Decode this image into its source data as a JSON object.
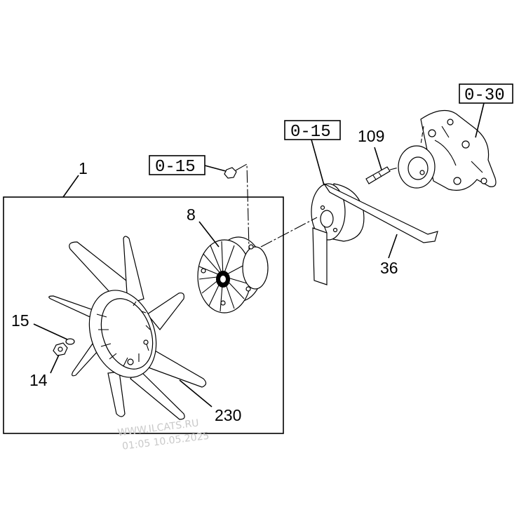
{
  "callouts": {
    "assembly": "1",
    "clutch": "8",
    "washer": "15",
    "nut": "14",
    "fan": "230",
    "stud": "109",
    "belt": "36"
  },
  "references": {
    "ref_nut": "0-15",
    "ref_pulley": "0-15",
    "ref_pump": "0-30"
  },
  "watermark": {
    "site": "WWW.ILCATS.RU",
    "stamp": "01:05 10.05.2025"
  }
}
